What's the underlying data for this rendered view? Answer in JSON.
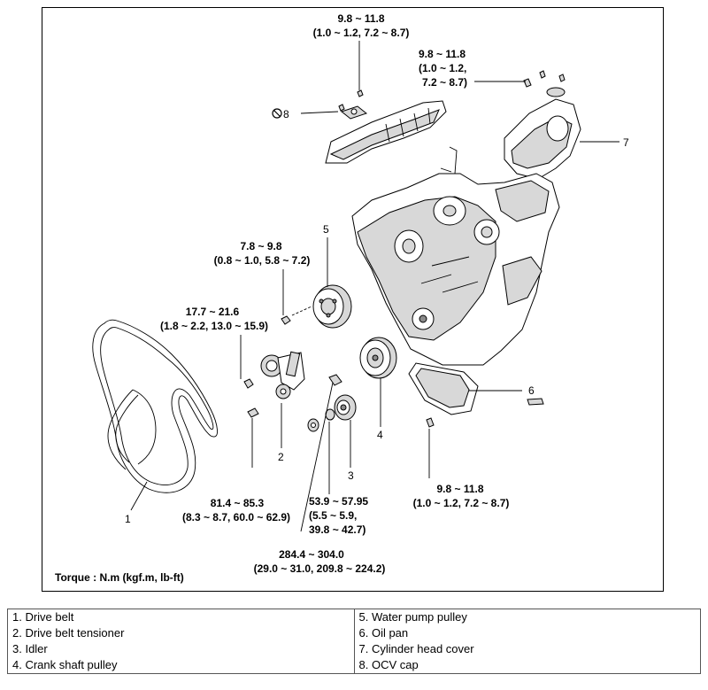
{
  "torque_specs": {
    "ocv_cap": [
      "9.8 ~ 11.8",
      "(1.0 ~ 1.2, 7.2 ~ 8.7)"
    ],
    "head_cover": [
      "9.8 ~ 11.8",
      "(1.0 ~ 1.2,",
      "7.2 ~ 8.7)"
    ],
    "water_pump": [
      "7.8 ~ 9.8",
      "(0.8 ~ 1.0, 5.8 ~ 7.2)"
    ],
    "tensioner": [
      "17.7 ~ 21.6",
      "(1.8 ~ 2.2, 13.0 ~ 15.9)"
    ],
    "tensioner_lower": [
      "81.4 ~ 85.3",
      "(8.3 ~ 8.7, 60.0 ~ 62.9)"
    ],
    "idler": [
      "53.9 ~ 57.95",
      "(5.5 ~ 5.9,",
      "39.8 ~ 42.7)"
    ],
    "crank": [
      "284.4 ~ 304.0",
      "(29.0 ~ 31.0, 209.8 ~ 224.2)"
    ],
    "oil_pan": [
      "9.8 ~ 11.8",
      "(1.0 ~ 1.2, 7.2 ~ 8.7)"
    ]
  },
  "callouts": [
    "1",
    "2",
    "3",
    "4",
    "5",
    "6",
    "7",
    "8"
  ],
  "torque_unit_note": "Torque : N.m (kgf.m, lb-ft)",
  "legend": {
    "left": [
      "1. Drive belt",
      "2. Drive belt tensioner",
      "3. Idler",
      "4. Crank shaft pulley"
    ],
    "right": [
      "5. Water pump pulley",
      "6. Oil pan",
      "7. Cylinder head cover",
      "8. OCV cap"
    ]
  }
}
